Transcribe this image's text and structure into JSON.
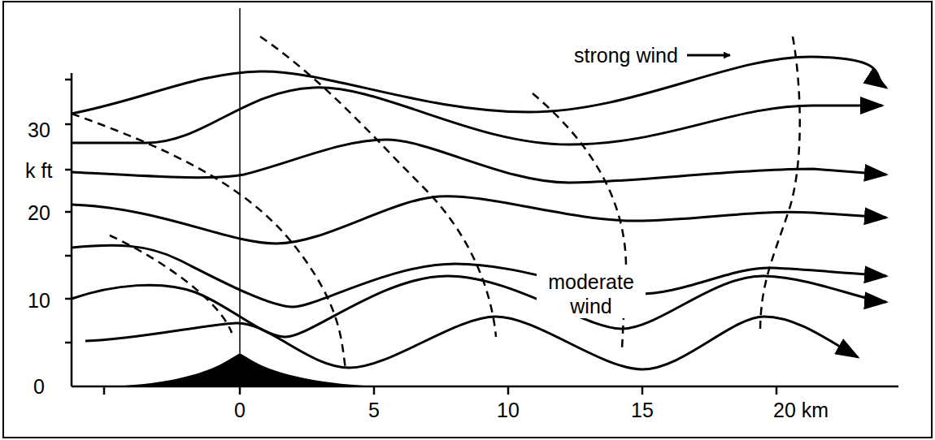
{
  "diagram": {
    "labels": [
      "strong wind",
      "30",
      "k ft",
      "20",
      "moderate wind",
      "10",
      "0",
      "0",
      "5",
      "10",
      "15",
      "20 km"
    ]
  }
}
